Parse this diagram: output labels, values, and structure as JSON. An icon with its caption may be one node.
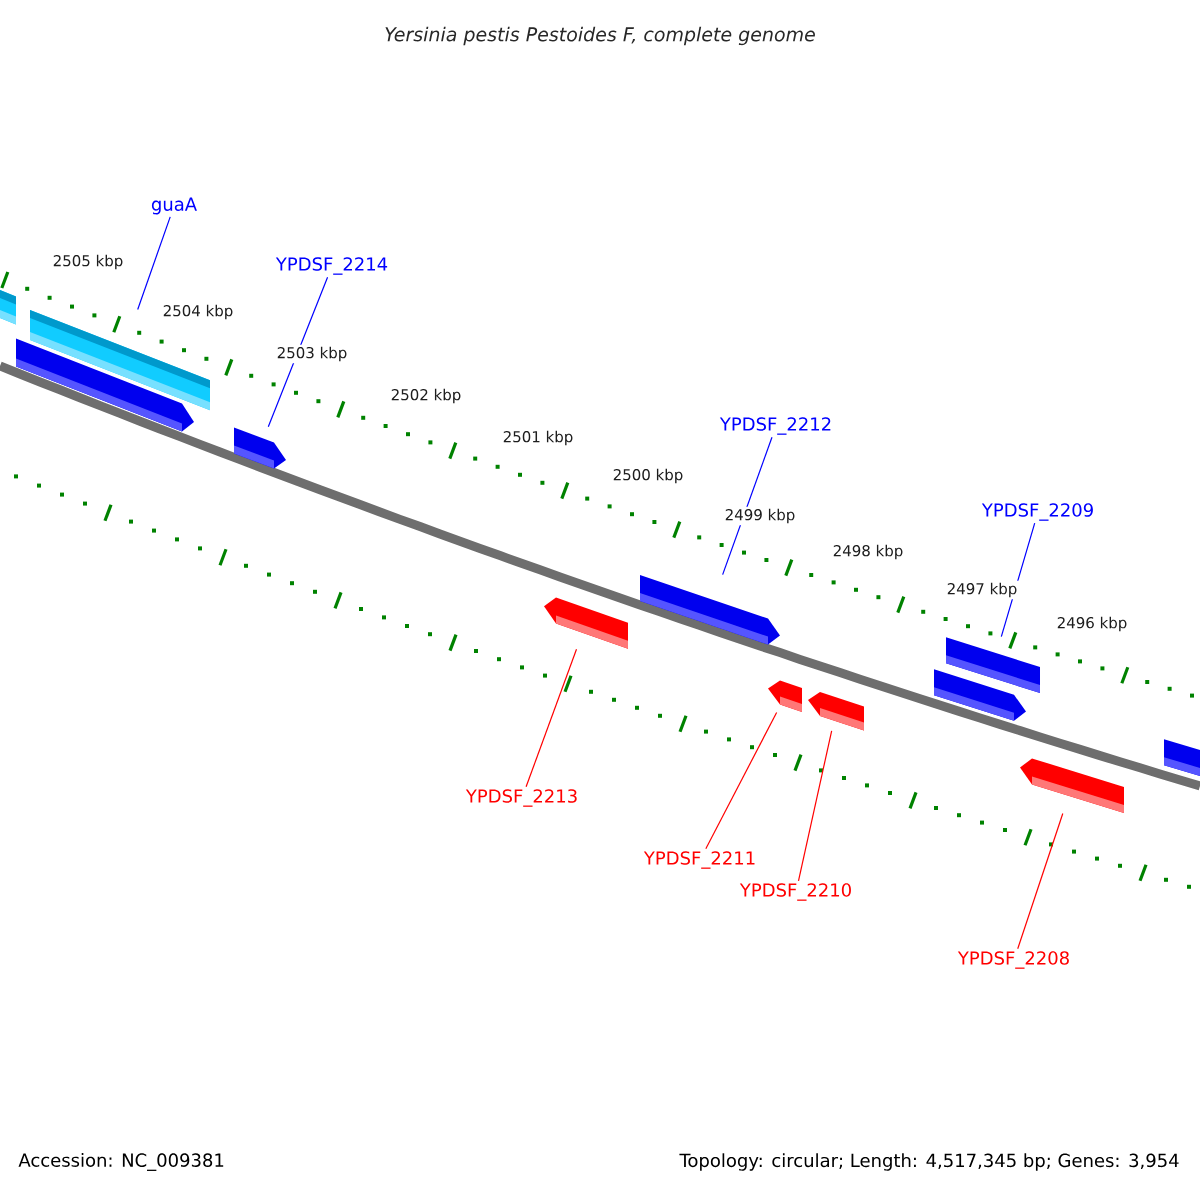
{
  "diagram": {
    "title": "Yersinia pestis Pestoides F, complete genome",
    "nodes": [
      {
        "text": [],
        "shape": "bar"
      },
      {
        "text": [],
        "shape": "bar"
      },
      {
        "text": [],
        "shape": "bar"
      },
      {
        "text": [],
        "shape": "bar"
      },
      {
        "text": [],
        "shape": "bar"
      },
      {
        "text": [],
        "shape": "bar"
      },
      {
        "text": [],
        "shape": "bar"
      },
      {
        "text": [],
        "shape": "bar"
      },
      {
        "text": [],
        "shape": "bar"
      },
      {
        "text": [],
        "shape": "bar"
      },
      {
        "text": [],
        "shape": "bar"
      },
      {
        "text": [],
        "shape": "bar"
      },
      {
        "text": [
          "guaA"
        ]
      },
      {
        "text": [
          "YPDSF_2214"
        ]
      },
      {
        "text": [
          "YPDSF_2212"
        ]
      },
      {
        "text": [
          "YPDSF_2209"
        ]
      },
      {
        "text": [
          "YPDSF_2213"
        ]
      },
      {
        "text": [
          "YPDSF_2211"
        ]
      },
      {
        "text": [
          "YPDSF_2210"
        ]
      },
      {
        "text": [
          "YPDSF_2208"
        ]
      }
    ],
    "edges": [
      {
        "from": 12,
        "to": 1,
        "arrow": "none"
      },
      {
        "from": 13,
        "to": 3,
        "arrow": "none"
      },
      {
        "from": 14,
        "to": 5,
        "arrow": "none"
      },
      {
        "from": 15,
        "to": 8,
        "arrow": "none"
      },
      {
        "from": 16,
        "to": 4,
        "arrow": "none",
        "color": "#ff0000"
      },
      {
        "from": 17,
        "to": 6,
        "arrow": "none",
        "color": "#ff0000"
      },
      {
        "from": 18,
        "to": 7,
        "arrow": "none",
        "color": "#ff0000"
      },
      {
        "from": 19,
        "to": 10,
        "arrow": "none",
        "color": "#ff0000"
      }
    ],
    "labels": [
      "2505 kbp",
      "2504 kbp",
      "2503 kbp",
      "2502 kbp",
      "2501 kbp",
      "2500 kbp",
      "2499 kbp",
      "2498 kbp",
      "2497 kbp",
      "2496 kbp",
      "Accession: NC_009381",
      "Topology: circular; Length: 4,517,345 bp; Genes: 3,954"
    ]
  }
}
